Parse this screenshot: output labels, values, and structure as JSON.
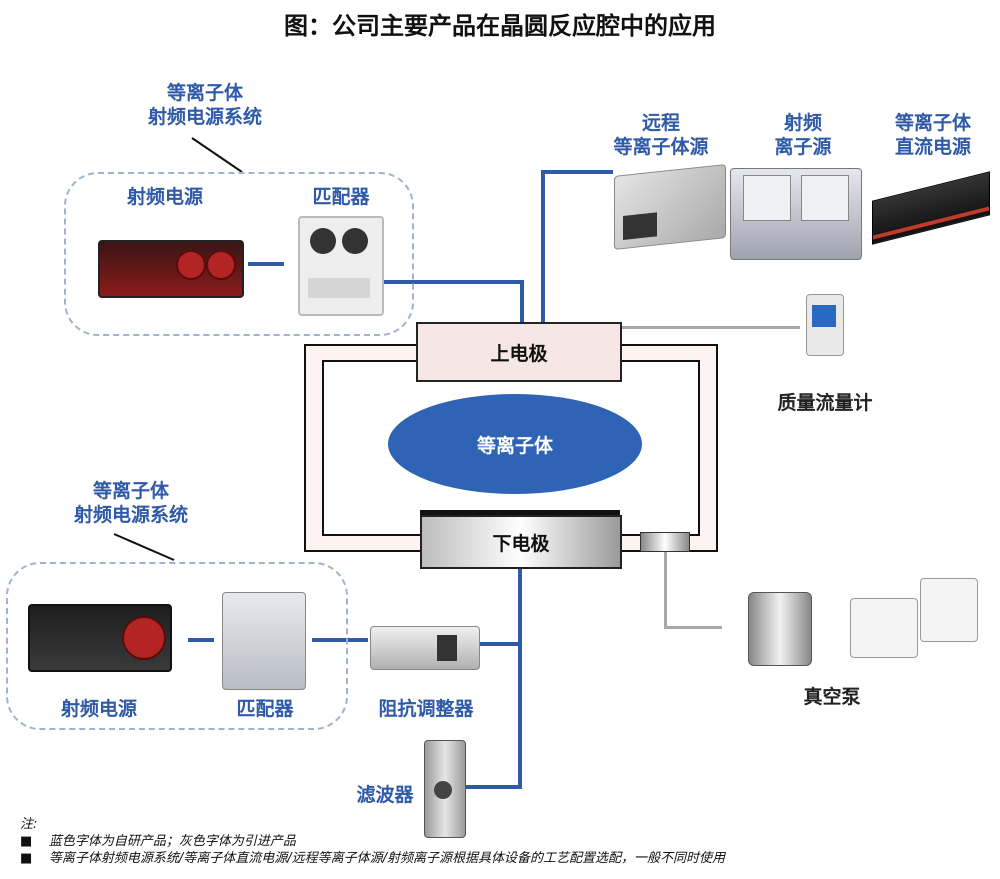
{
  "title": "图：公司主要产品在晶圆反应腔中的应用",
  "top_system": {
    "label_line1": "等离子体",
    "label_line2": "射频电源系统",
    "rf_power": "射频电源",
    "matcher": "匹配器"
  },
  "bottom_system": {
    "label_line1": "等离子体",
    "label_line2": "射频电源系统",
    "rf_power": "射频电源",
    "matcher": "匹配器"
  },
  "top_right": [
    {
      "line1": "远程",
      "line2": "等离子体源"
    },
    {
      "line1": "射频",
      "line2": "离子源"
    },
    {
      "line1": "等离子体",
      "line2": "直流电源"
    }
  ],
  "chamber": {
    "upper": "上电极",
    "lower": "下电极",
    "plasma": "等离子体"
  },
  "mfc": "质量流量计",
  "vacuum_pump": "真空泵",
  "impedance_tuner": "阻抗调整器",
  "filter": "滤波器",
  "notes": {
    "heading": "注:",
    "items": [
      "蓝色字体为自研产品；灰色字体为引进产品",
      "等离子体射频电源系统/等离子体直流电源/远程等离子体源/射频离子源根据具体设备的工艺配置选配，一般不同时使用"
    ]
  },
  "colors": {
    "blue": "#2f5aa8",
    "plasma": "#2e63b6",
    "upper_electrode": "#f6e6e6",
    "gray_line": "#a8a8a8"
  }
}
